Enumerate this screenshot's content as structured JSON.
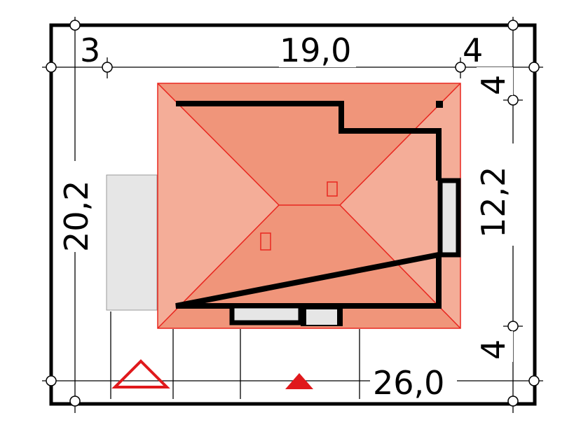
{
  "dimensions": {
    "top_left": "3",
    "top_center": "19,0",
    "top_right": "4",
    "left_vertical": "20,2",
    "right_top": "4",
    "right_center": "12,2",
    "right_bottom": "4",
    "bottom": "26,0"
  },
  "colors": {
    "roof_face": "#f0957a",
    "roof_side": "#f4ad98",
    "ridge_line": "#e8261f",
    "wall": "#000000",
    "terrace": "#e6e6e6",
    "marker": "#e0191c"
  },
  "icons": {
    "entrance_marker": "triangle-outline-icon",
    "garage_entrance_marker": "triangle-filled-icon"
  }
}
